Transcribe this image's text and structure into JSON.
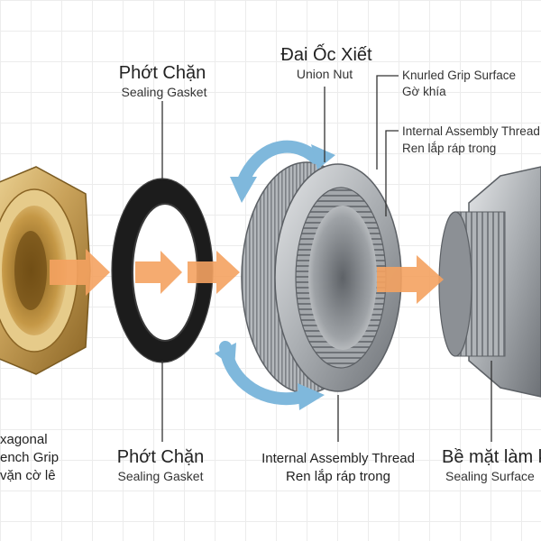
{
  "labels": {
    "gasket_top_vi": "Phớt Chặn",
    "gasket_top_en": "Sealing Gasket",
    "nut_top_vi": "Đai Ốc Xiết",
    "nut_top_en": "Union Nut",
    "knurl_en": "Knurled Grip Surface",
    "knurl_vi": "Gờ khía",
    "thread_top_en": "Internal Assembly Thread",
    "thread_top_vi": "Ren lắp ráp trong",
    "hex_en1": "xagonal",
    "hex_en2": "ench Grip",
    "hex_vi": "vặn cờ lê",
    "gasket_bottom_vi": "Phớt Chặn",
    "gasket_bottom_en": "Sealing Gasket",
    "thread_bottom_en": "Internal Assembly Thread",
    "thread_bottom_vi": "Ren lắp ráp trong",
    "seal_vi": "Bề mặt làm kí",
    "seal_en": "Sealing Surface"
  },
  "colors": {
    "brass": "#c9a25a",
    "gasket": "#1c1c1c",
    "steel": "#a9adb1",
    "arrow_orange": "#f4a261",
    "arrow_blue": "#7fb8dc"
  }
}
